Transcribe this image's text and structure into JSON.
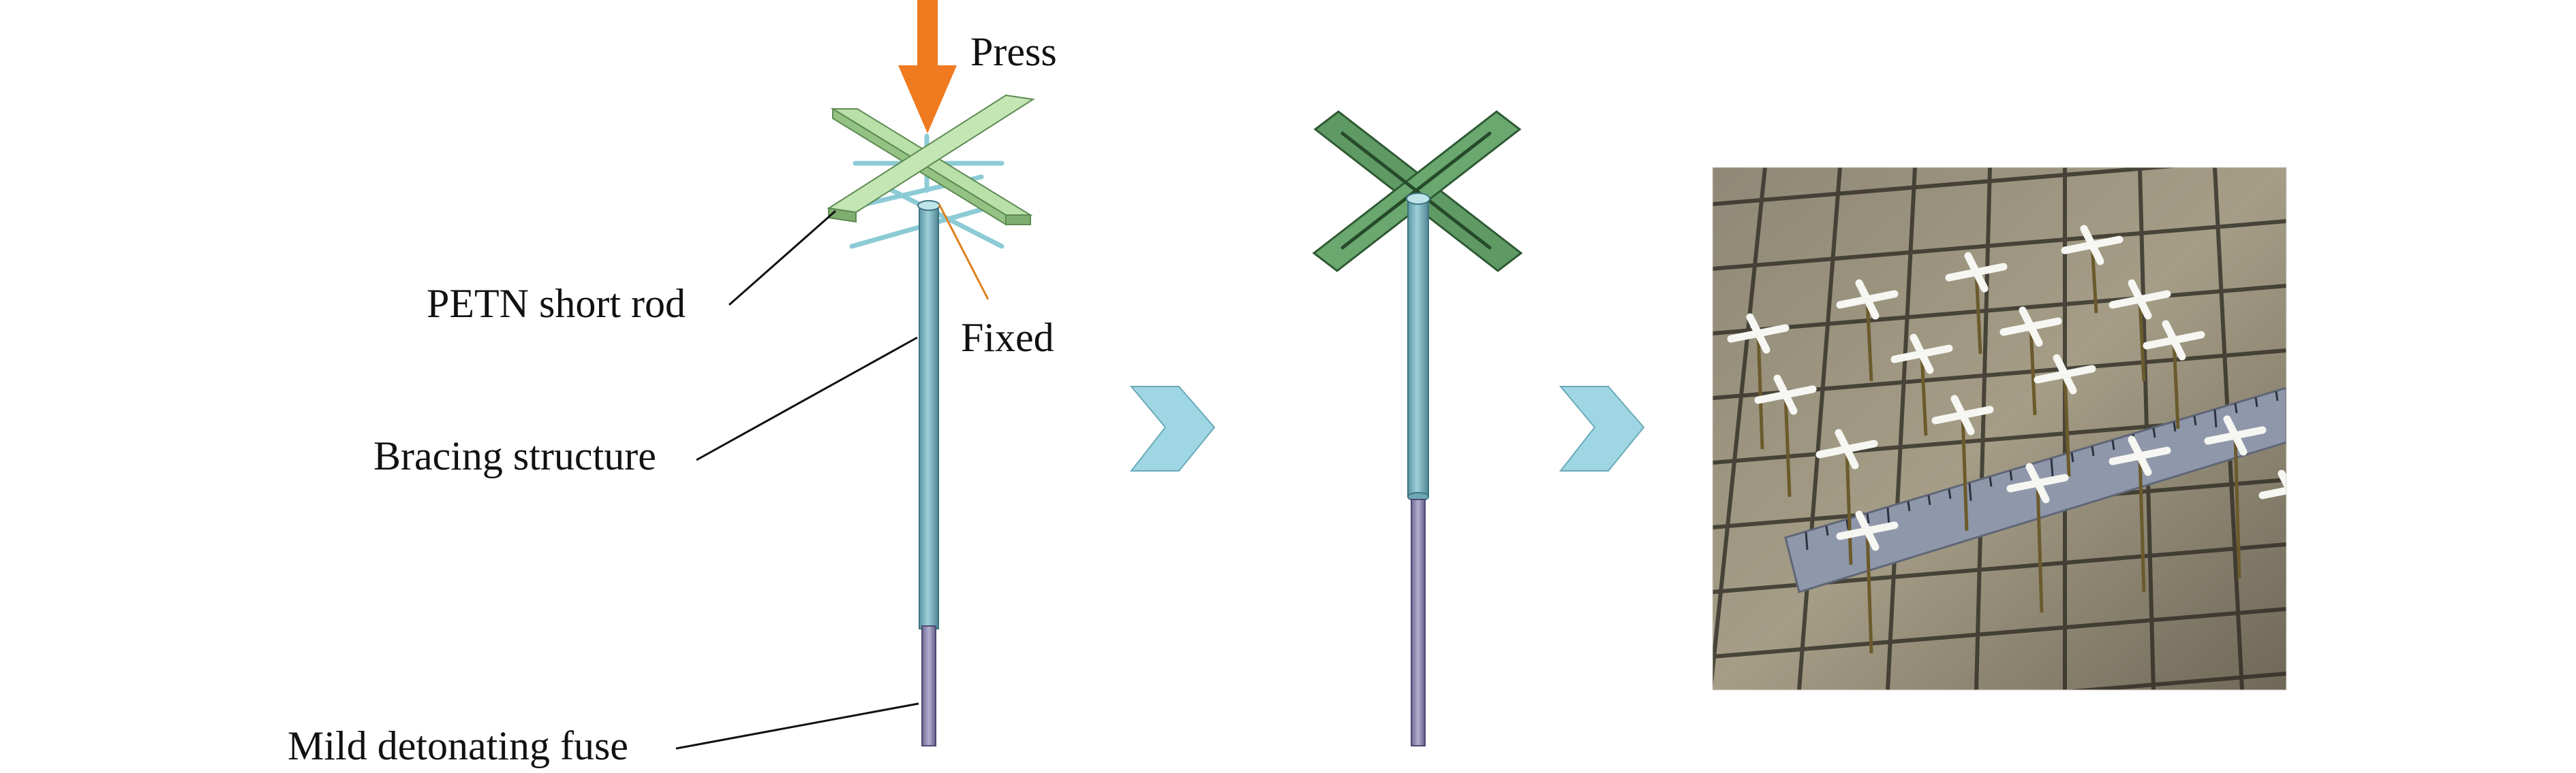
{
  "labels": {
    "press": "Press",
    "fixed": "Fixed",
    "petn_short_rod": "PETN short rod",
    "bracing_structure": "Bracing structure",
    "mild_detonating_fuse": "Mild detonating fuse"
  },
  "icons": {
    "press_arrow": "down-arrow-icon",
    "step_chevron": "chevron-right-icon"
  },
  "colors": {
    "press_arrow": "#ef7a1f",
    "fixed_leader": "#e0801e",
    "petn_rod_fill": "#b8e0a8",
    "petn_rod_dark": "#5e8a52",
    "bracing": "#7fb6c2",
    "fuse": "#8c86b0",
    "chevron": "#9fd6e3"
  },
  "photo": {
    "description_hidden": "",
    "content": "photo of cross-topped pins on a grid mat with a ruler"
  }
}
